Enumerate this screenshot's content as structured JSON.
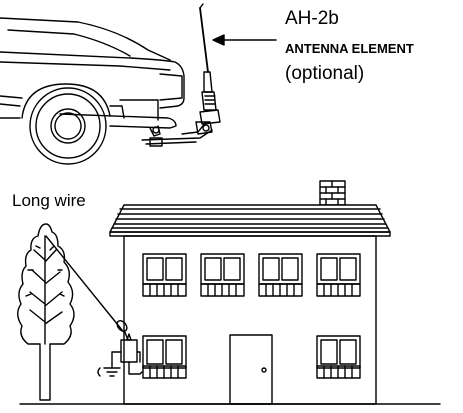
{
  "labels": {
    "model": "AH-2b",
    "element": "ANTENNA ELEMENT",
    "optional": "(optional)",
    "long_wire": "Long wire"
  },
  "colors": {
    "ink": "#000000",
    "paper": "#ffffff",
    "roof_shade": "#e6e6e6"
  },
  "icons": {
    "car": "car-rear-outline",
    "antenna": "whip-antenna",
    "house": "two-story-house",
    "tree": "tree-outline",
    "tuner": "antenna-tuner-box",
    "ground": "ground-symbol"
  }
}
